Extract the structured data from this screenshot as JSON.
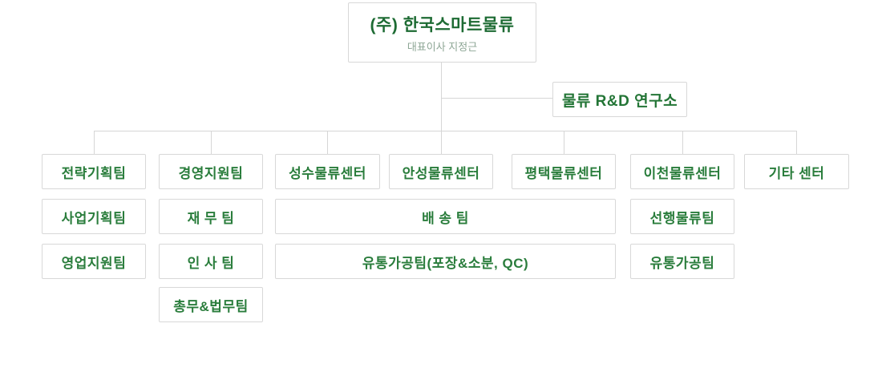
{
  "colors": {
    "title_green": "#1d6b33",
    "team_green": "#2a7d3c",
    "subtitle_gray_green": "#8da695",
    "box_border": "#d8d8d8",
    "connector_line": "#d6d6d6",
    "background": "#ffffff"
  },
  "org": {
    "root": {
      "name": "(주) 한국스마트물류",
      "subtitle": "대표이사 지정근"
    },
    "research": {
      "name": "물류 R&D 연구소"
    },
    "col1": {
      "r1": "전략기획팀",
      "r2": "사업기획팀",
      "r3": "영업지원팀"
    },
    "col2": {
      "r1": "경영지원팀",
      "r2": "재 무 팀",
      "r3": "인 사 팀",
      "r4": "총무&법무팀"
    },
    "col3": {
      "r1": "성수물류센터"
    },
    "col4": {
      "r1": "안성물류센터"
    },
    "col5": {
      "r1": "평택물류센터"
    },
    "center_span": {
      "r2": "배 송 팀",
      "r3": "유통가공팀(포장&소분, QC)"
    },
    "col6": {
      "r1": "이천물류센터",
      "r2": "선행물류팀",
      "r3": "유통가공팀"
    },
    "col7": {
      "r1": "기타 센터"
    }
  }
}
